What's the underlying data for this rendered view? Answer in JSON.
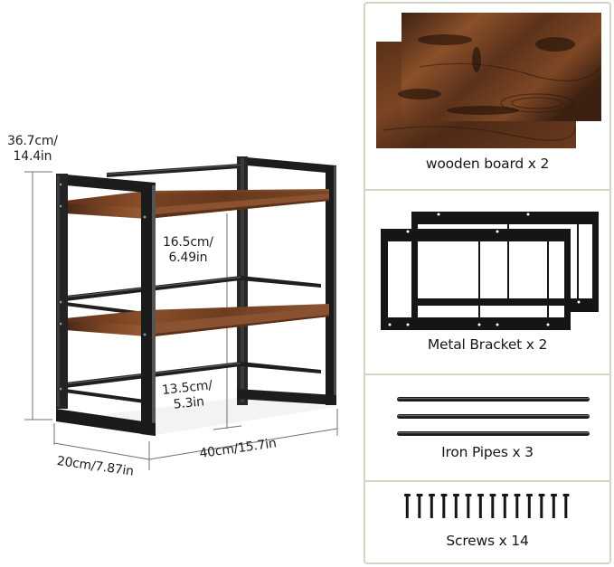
{
  "product_illustration": {
    "subject": "2-tier metal and wood countertop shelf rack",
    "colors": {
      "frame": "#1c1c1c",
      "wood": "#7a4424",
      "wood_dark": "#3d2213",
      "dimension_line": "#6f6f6f"
    },
    "dimensions": {
      "total_height": {
        "cm": "36.7cm/",
        "in": "14.4in"
      },
      "upper_shelf_gap": {
        "cm": "16.5cm/",
        "in": "6.49in"
      },
      "lower_gap": {
        "cm": "13.5cm/",
        "in": "5.3in"
      },
      "depth": {
        "label": "20cm/7.87in"
      },
      "width": {
        "label": "40cm/15.7in"
      }
    }
  },
  "parts_list": {
    "border_color": "#d6d3c6",
    "items": [
      {
        "label": "wooden board x 2",
        "icon": "wooden-board-icon",
        "quantity": 2
      },
      {
        "label": "Metal Bracket x 2",
        "icon": "metal-bracket-icon",
        "quantity": 2
      },
      {
        "label": "Iron Pipes x 3",
        "icon": "iron-pipe-icon",
        "quantity": 3
      },
      {
        "label": "Screws x 14",
        "icon": "screw-icon",
        "quantity": 14
      }
    ]
  }
}
